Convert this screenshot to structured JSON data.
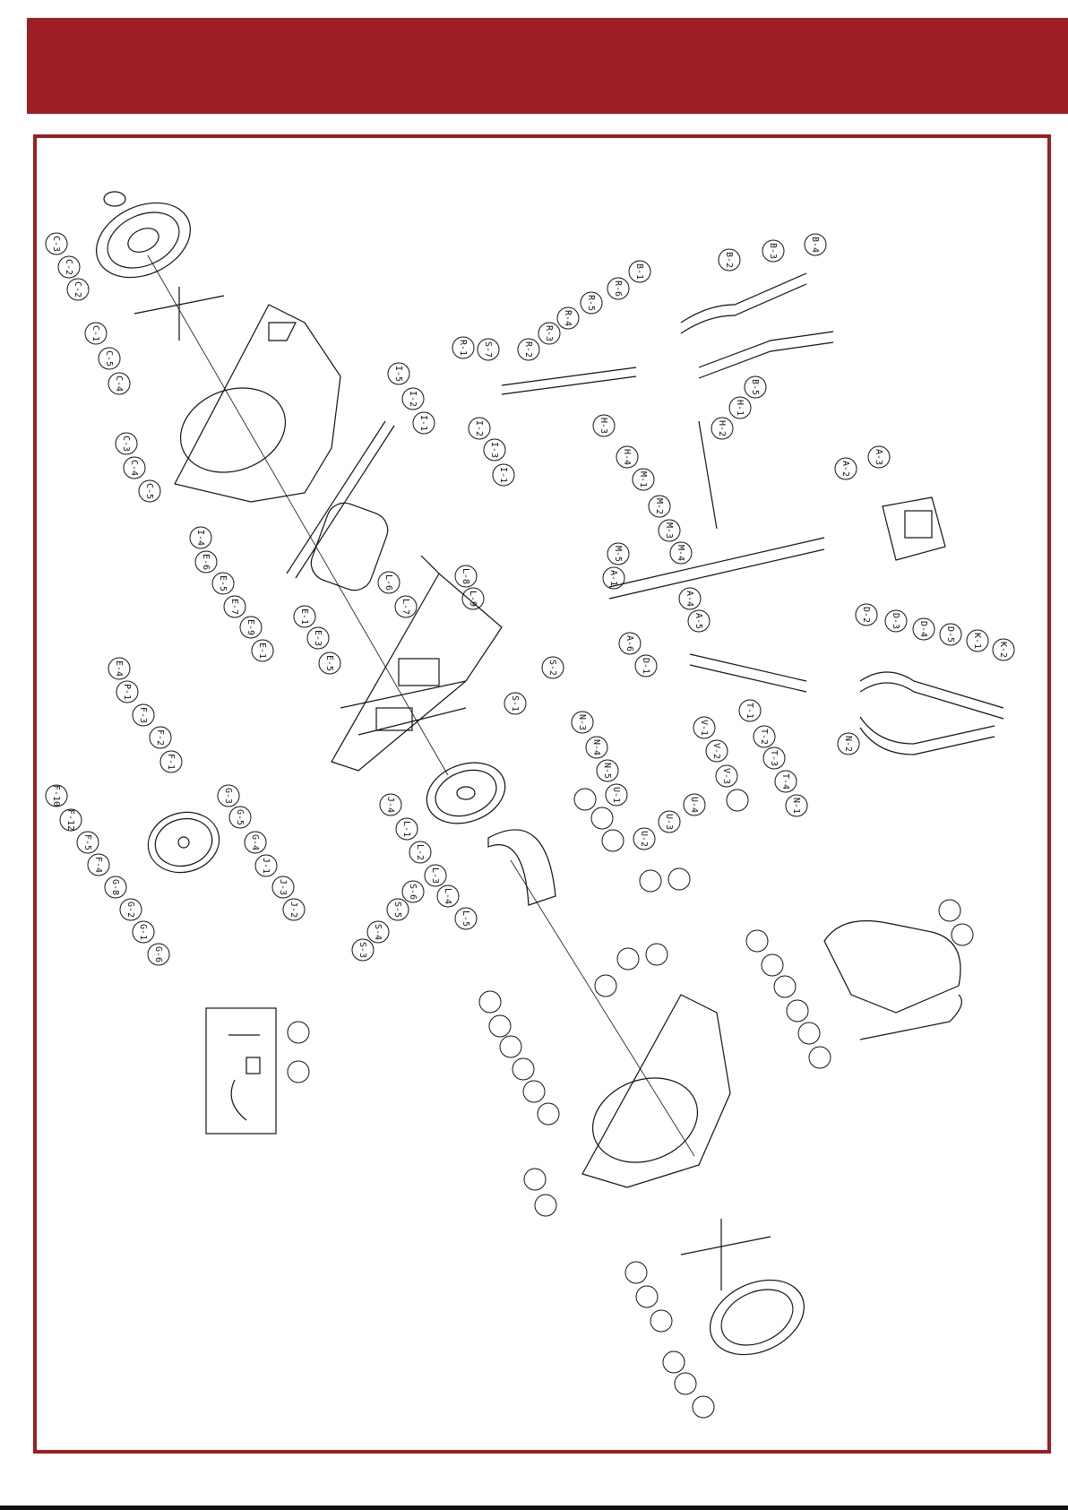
{
  "header": {
    "title": "",
    "color": "#9c1e22"
  },
  "frame": {
    "border_color": "#9c1e22"
  },
  "parts": [
    "C-3",
    "C-2",
    "C-2",
    "C-1",
    "C-5",
    "C-4",
    "C-3",
    "C-4",
    "C-5",
    "I-5",
    "I-2",
    "I-1",
    "I-2",
    "I-3",
    "I-1",
    "I-4",
    "E-6",
    "E-5",
    "E-7",
    "E-9",
    "E-1",
    "E-1",
    "E-3",
    "E-5",
    "E-4",
    "P-1",
    "F-3",
    "F-2",
    "F-1",
    "F-10",
    "F-12",
    "F-5",
    "F-4",
    "G-8",
    "G-2",
    "G-1",
    "G-6",
    "G-3",
    "G-5",
    "G-4",
    "J-1",
    "J-3",
    "J-2",
    "J-4",
    "L-1",
    "L-2",
    "L-3",
    "L-4",
    "L-5",
    "L-6",
    "L-7",
    "L-8",
    "L-9",
    "S-1",
    "S-2",
    "S-3",
    "S-4",
    "S-5",
    "S-6",
    "S-7",
    "R-1",
    "R-2",
    "R-3",
    "R-4",
    "R-5",
    "R-6",
    "B-1",
    "B-2",
    "B-3",
    "B-4",
    "B-5",
    "H-1",
    "H-2",
    "H-3",
    "H-4",
    "M-1",
    "M-2",
    "M-3",
    "M-4",
    "M-5",
    "A-1",
    "A-2",
    "A-3",
    "A-4",
    "A-5",
    "A-6",
    "D-1",
    "D-2",
    "D-3",
    "D-4",
    "D-5",
    "K-1",
    "K-2",
    "T-1",
    "T-2",
    "T-3",
    "T-4",
    "N-1",
    "N-2",
    "N-3",
    "N-4",
    "N-5",
    "U-1",
    "U-2",
    "U-3",
    "U-4",
    "V-1",
    "V-2",
    "V-3"
  ]
}
